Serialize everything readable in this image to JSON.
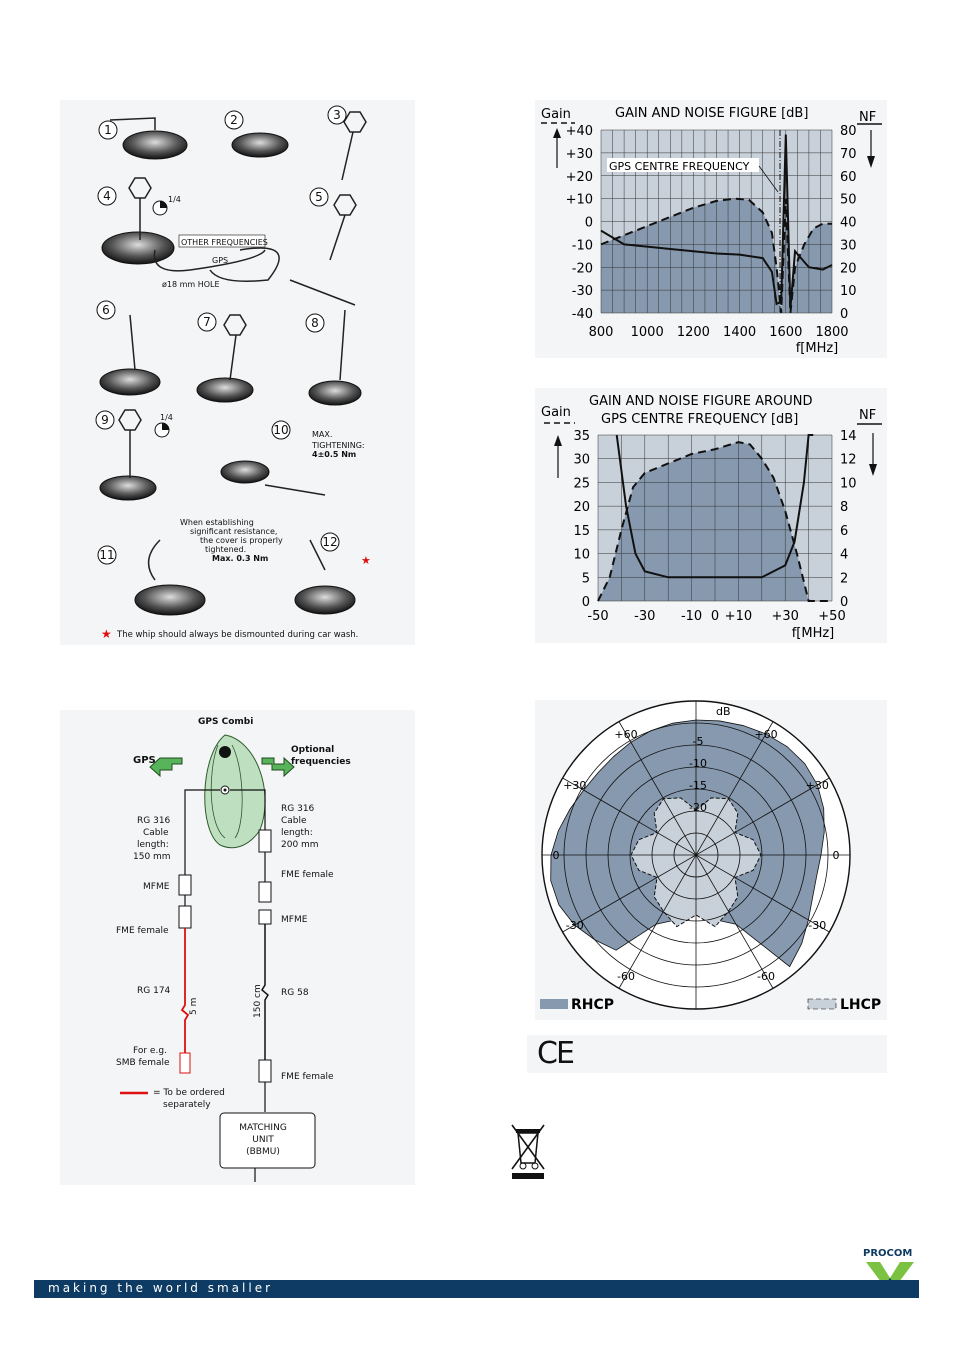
{
  "install": {
    "steps": [
      "1",
      "2",
      "3",
      "4",
      "5",
      "6",
      "7",
      "8",
      "9",
      "10",
      "11",
      "12"
    ],
    "quarter_a": "1/4",
    "quarter_b": "1/4",
    "other_freq": "OTHER FREQUENCIES",
    "gps": "GPS",
    "hole": "ø18 mm HOLE",
    "max1": "MAX.",
    "max2": "TIGHTENING:",
    "max3": "4±0.5 Nm",
    "note11": [
      "When establishing",
      "significant resistance,",
      "the cover is properly",
      "tightened."
    ],
    "note11_max": "Max. 0.3 Nm",
    "whip_note": "The whip should always be dismounted during car wash."
  },
  "chart1": {
    "title": "GAIN AND NOISE FIGURE [dB]",
    "gain_label": "Gain",
    "nf_label": "NF",
    "annotation": "GPS CENTRE FREQUENCY",
    "x_unit": "f[MHz]",
    "x_ticks": [
      "800",
      "1000",
      "1200",
      "1400",
      "1600",
      "1800"
    ],
    "y_left": [
      "+40",
      "+30",
      "+20",
      "+10",
      "0",
      "-10",
      "-20",
      "-30",
      "-40"
    ],
    "y_right": [
      "80",
      "70",
      "60",
      "50",
      "40",
      "30",
      "20",
      "10",
      "0"
    ]
  },
  "chart2": {
    "title1": "GAIN AND NOISE FIGURE AROUND",
    "title2": "GPS CENTRE FREQUENCY [dB]",
    "gain_label": "Gain",
    "nf_label": "NF",
    "x_unit": "f[MHz]",
    "x_ticks": [
      "-50",
      "-30",
      "-10",
      "0",
      "+10",
      "+30",
      "+50"
    ],
    "y_left": [
      "35",
      "30",
      "25",
      "20",
      "15",
      "10",
      "5",
      "0"
    ],
    "y_right": [
      "14",
      "12",
      "10",
      "8",
      "6",
      "4",
      "2",
      "0"
    ]
  },
  "chart_data": [
    {
      "type": "line",
      "title": "GAIN AND NOISE FIGURE [dB]",
      "xlabel": "f[MHz]",
      "ylabel": "Gain",
      "xlim": [
        800,
        1800
      ],
      "ylim": [
        -40,
        40
      ],
      "series": [
        {
          "name": "Gain",
          "x": [
            800,
            900,
            1000,
            1100,
            1200,
            1300,
            1380,
            1440,
            1500,
            1540,
            1560,
            1580,
            1600,
            1620,
            1640,
            1680,
            1720,
            1760,
            1800
          ],
          "y": [
            -10,
            -6,
            -2,
            2,
            6,
            9,
            10,
            9.5,
            4,
            -5,
            -20,
            -40,
            10,
            -40,
            -20,
            -10,
            -3,
            -1,
            -1
          ]
        },
        {
          "name": "NF",
          "x": [
            800,
            900,
            1000,
            1100,
            1200,
            1300,
            1400,
            1500,
            1540,
            1560,
            1580,
            1600,
            1620,
            1640,
            1700,
            1760,
            1800
          ],
          "y": [
            36,
            30,
            29,
            28,
            27,
            26,
            25.5,
            24,
            18,
            4,
            5,
            78,
            2,
            27,
            20,
            19,
            21
          ]
        }
      ],
      "annotations": [
        "GPS CENTRE FREQUENCY"
      ]
    },
    {
      "type": "line",
      "title": "GAIN AND NOISE FIGURE AROUND GPS CENTRE FREQUENCY [dB]",
      "xlabel": "f[MHz]",
      "ylabel": "Gain",
      "xlim": [
        -50,
        50
      ],
      "ylim": [
        0,
        35
      ],
      "series": [
        {
          "name": "Gain",
          "x": [
            -50,
            -45,
            -40,
            -35,
            -30,
            -20,
            -10,
            0,
            10,
            15,
            20,
            25,
            30,
            35,
            40,
            45,
            50
          ],
          "y": [
            0,
            5,
            15,
            24,
            27,
            29,
            31,
            32,
            33.5,
            33,
            30,
            26,
            19,
            10,
            0,
            0,
            0
          ]
        },
        {
          "name": "NF",
          "x": [
            -42,
            -38,
            -34,
            -30,
            -20,
            -10,
            0,
            10,
            20,
            30,
            34,
            38,
            40,
            42
          ],
          "y": [
            14,
            8,
            4,
            2.5,
            2,
            2,
            2,
            2,
            2,
            3,
            5,
            10,
            14,
            14
          ]
        }
      ]
    },
    {
      "type": "polar",
      "title": "",
      "rings_db": [
        "-5",
        "-10",
        "-15",
        "-20"
      ],
      "unit": "dB",
      "angle_labels": [
        "+60",
        "+30",
        "0",
        "-30",
        "-60",
        "+60",
        "+30",
        "0",
        "-30",
        "-60"
      ],
      "series": [
        {
          "name": "RHCP"
        },
        {
          "name": "LHCP"
        }
      ]
    }
  ],
  "polar": {
    "db_unit": "dB",
    "rings": [
      "-5",
      "-10",
      "-15",
      "-20"
    ],
    "left_labels": [
      "+60",
      "+30",
      "0",
      "-30",
      "-60"
    ],
    "right_labels": [
      "+60",
      "+30",
      "0",
      "-30",
      "-60"
    ],
    "legend_rhcp": "RHCP",
    "legend_lhcp": "LHCP",
    "rhcp_color": "#8699ae",
    "lhcp_color": "#c8d0d9"
  },
  "wiring": {
    "title": "GPS Combi",
    "gps": "GPS",
    "optional": [
      "Optional",
      "frequencies"
    ],
    "left_cable": [
      "RG 316",
      "Cable",
      "length:",
      "150 mm"
    ],
    "right_cable": [
      "RG 316",
      "Cable",
      "length:",
      "200 mm"
    ],
    "mfme_left": "MFME",
    "fme_female_right": "FME female",
    "fme_female_left": "FME female",
    "mfme_right": "MFME",
    "rg174": "RG 174",
    "rg58": "RG 58",
    "len_5m": "5 m",
    "len_150": "150 cm",
    "for_eg": [
      "For e.g.",
      "SMB female"
    ],
    "fme_female_bottom": "FME female",
    "order_note": [
      "= To be ordered",
      "separately"
    ],
    "matching": [
      "MATCHING",
      "UNIT",
      "(BBMU)"
    ]
  },
  "marks": {
    "ce": "CE",
    "brand": "PROCOM",
    "brand_color": "#0e3b63",
    "logo_green": "#7cc242"
  },
  "footer": {
    "slogan": "making the world smaller",
    "color": "#0e3b63"
  }
}
